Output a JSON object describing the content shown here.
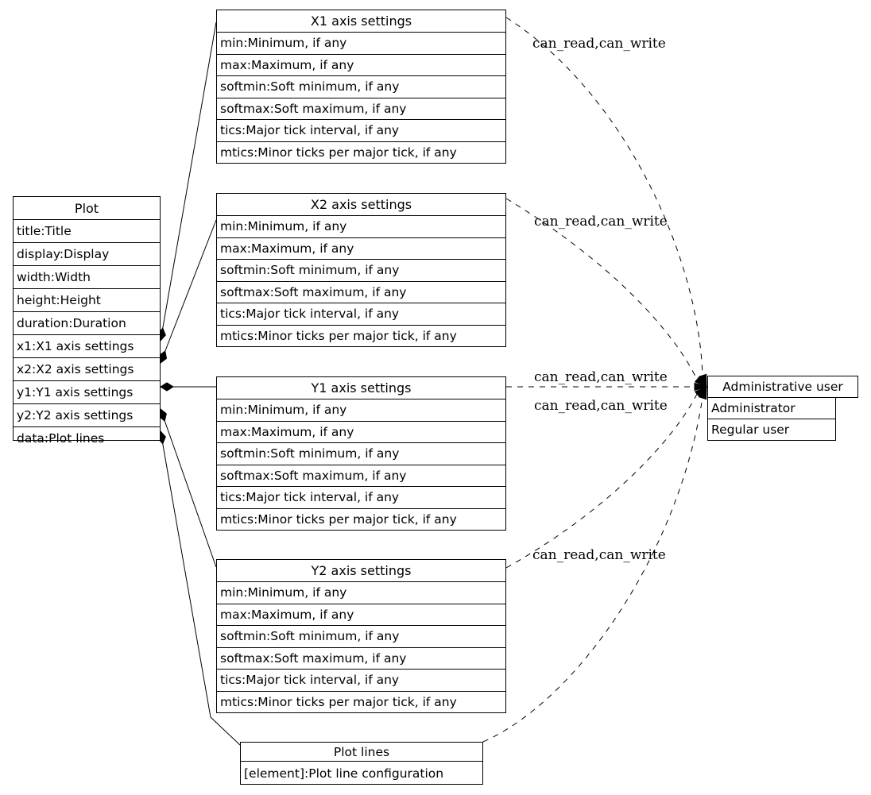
{
  "boxes": {
    "plot": {
      "title": "Plot",
      "rows": [
        "title:Title",
        "display:Display",
        "width:Width",
        "height:Height",
        "duration:Duration",
        "x1:X1 axis settings",
        "x2:X2 axis settings",
        "y1:Y1 axis settings",
        "y2:Y2 axis settings",
        "data:Plot lines"
      ]
    },
    "x1": {
      "title": "X1 axis settings",
      "rows": [
        "min:Minimum, if any",
        "max:Maximum, if any",
        "softmin:Soft minimum, if any",
        "softmax:Soft maximum, if any",
        "tics:Major tick interval, if any",
        "mtics:Minor ticks per major tick, if any"
      ]
    },
    "x2": {
      "title": "X2 axis settings",
      "rows": [
        "min:Minimum, if any",
        "max:Maximum, if any",
        "softmin:Soft minimum, if any",
        "softmax:Soft maximum, if any",
        "tics:Major tick interval, if any",
        "mtics:Minor ticks per major tick, if any"
      ]
    },
    "y1": {
      "title": "Y1 axis settings",
      "rows": [
        "min:Minimum, if any",
        "max:Maximum, if any",
        "softmin:Soft minimum, if any",
        "softmax:Soft maximum, if any",
        "tics:Major tick interval, if any",
        "mtics:Minor ticks per major tick, if any"
      ]
    },
    "y2": {
      "title": "Y2 axis settings",
      "rows": [
        "min:Minimum, if any",
        "max:Maximum, if any",
        "softmin:Soft minimum, if any",
        "softmax:Soft maximum, if any",
        "tics:Major tick interval, if any",
        "mtics:Minor ticks per major tick, if any"
      ]
    },
    "plot_lines": {
      "title": "Plot lines",
      "rows": [
        "[element]:Plot line configuration"
      ]
    },
    "users": {
      "header": "Administrative user",
      "rows": [
        "Administrator",
        "Regular user"
      ]
    }
  },
  "edges": {
    "labels": [
      "can_read,can_write",
      "can_read,can_write",
      "can_read,can_write",
      "can_read,can_write",
      "can_read,can_write"
    ]
  },
  "colors": {
    "line": "#000000",
    "background": "#ffffff"
  }
}
